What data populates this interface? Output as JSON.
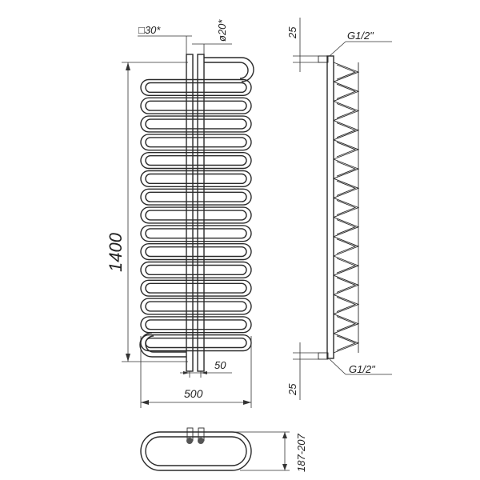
{
  "labels": {
    "height": "1400",
    "width": "500",
    "spacing": "50",
    "square": "□30*",
    "diameter": "ø20*",
    "top_offset": "25",
    "bottom_offset": "25",
    "thread_top": "G1/2\"",
    "thread_bottom": "G1/2\"",
    "depth": "187-207"
  },
  "loops": 15
}
